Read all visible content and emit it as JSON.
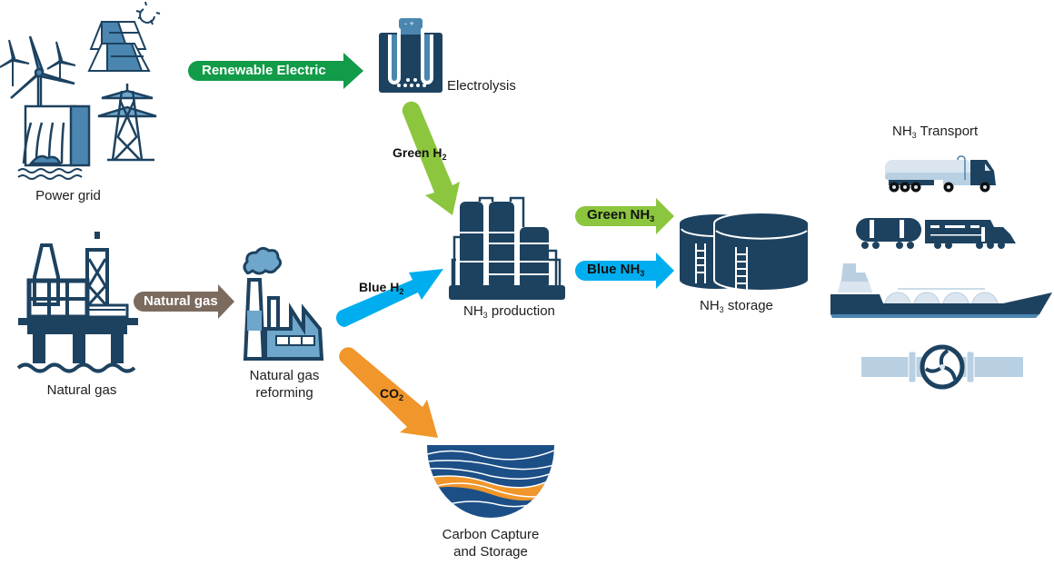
{
  "nodes": {
    "power_grid": "Power grid",
    "electrolysis": "Electrolysis",
    "natural_gas_source": "Natural gas",
    "reforming_line1": "Natural gas",
    "reforming_line2": "reforming",
    "nh3_production": {
      "prefix": "NH",
      "sub": "3",
      "suffix": " production"
    },
    "nh3_storage": {
      "prefix": "NH",
      "sub": "3",
      "suffix": " storage"
    },
    "nh3_transport": {
      "prefix": "NH",
      "sub": "3",
      "suffix": " Transport"
    },
    "ccs_line1": "Carbon Capture",
    "ccs_line2": "and Storage"
  },
  "flows": {
    "renewable_electric": {
      "label": "Renewable Electric",
      "color": "#129b48"
    },
    "natural_gas": {
      "label": "Natural gas",
      "color": "#7b6a5e"
    },
    "green_h2": {
      "prefix": "Green H",
      "sub": "2",
      "color": "#8cc63f"
    },
    "blue_h2": {
      "prefix": "Blue H",
      "sub": "2",
      "color": "#00aeef"
    },
    "co2": {
      "prefix": "CO",
      "sub": "2",
      "color": "#f0962b"
    },
    "green_nh3": {
      "prefix": "Green NH",
      "sub": "3",
      "color": "#8cc63f"
    },
    "blue_nh3": {
      "prefix": "Blue NH",
      "sub": "3",
      "color": "#00aeef"
    }
  },
  "transport_modes": [
    "truck",
    "train",
    "ship",
    "pipeline"
  ],
  "colors": {
    "navy": "#1d4260",
    "mid_blue": "#4a86b0",
    "light_blue": "#b9d0e3",
    "ccs_blue": "#1c4f86"
  }
}
